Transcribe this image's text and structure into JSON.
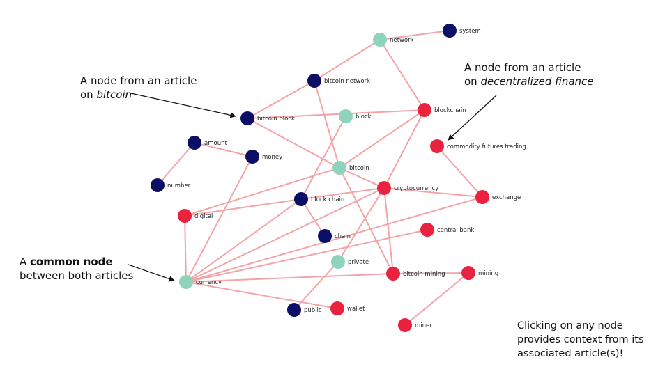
{
  "colors": {
    "bitcoin": "#0c0f66",
    "defi": "#e8223f",
    "common": "#8fd3bd",
    "edge": "#f4a3a6",
    "arrow": "#111111"
  },
  "nodes": {
    "network": {
      "label": "network",
      "group": "common"
    },
    "system": {
      "label": "system",
      "group": "bitcoin"
    },
    "bitcoin_network": {
      "label": "bitcoin network",
      "group": "bitcoin"
    },
    "bitcoin_block": {
      "label": "bitcoin block",
      "group": "bitcoin"
    },
    "block": {
      "label": "block",
      "group": "common"
    },
    "blockchain": {
      "label": "blockchain",
      "group": "defi"
    },
    "commodity": {
      "label": "commodity futures trading",
      "group": "defi"
    },
    "amount": {
      "label": "amount",
      "group": "bitcoin"
    },
    "money": {
      "label": "money",
      "group": "bitcoin"
    },
    "bitcoin": {
      "label": "bitcoin",
      "group": "common"
    },
    "number": {
      "label": "number",
      "group": "bitcoin"
    },
    "cryptocurrency": {
      "label": "cryptocurrency",
      "group": "defi"
    },
    "exchange": {
      "label": "exchange",
      "group": "defi"
    },
    "block_chain": {
      "label": "block chain",
      "group": "bitcoin"
    },
    "digital": {
      "label": "digital",
      "group": "defi"
    },
    "central_bank": {
      "label": "central bank",
      "group": "defi"
    },
    "chain": {
      "label": "chain",
      "group": "bitcoin"
    },
    "private": {
      "label": "private",
      "group": "common"
    },
    "bitcoin_mining": {
      "label": "bitcoin mining",
      "group": "defi"
    },
    "mining": {
      "label": "mining",
      "group": "defi"
    },
    "currency": {
      "label": "currency",
      "group": "common"
    },
    "public": {
      "label": "public",
      "group": "bitcoin"
    },
    "wallet": {
      "label": "wallet",
      "group": "defi"
    },
    "miner": {
      "label": "miner",
      "group": "defi"
    }
  },
  "edges": [
    [
      "network",
      "system"
    ],
    [
      "network",
      "bitcoin_network"
    ],
    [
      "network",
      "blockchain"
    ],
    [
      "bitcoin_network",
      "bitcoin_block"
    ],
    [
      "bitcoin_network",
      "bitcoin"
    ],
    [
      "bitcoin_block",
      "blockchain"
    ],
    [
      "bitcoin_block",
      "bitcoin"
    ],
    [
      "block",
      "block_chain"
    ],
    [
      "blockchain",
      "bitcoin"
    ],
    [
      "blockchain",
      "cryptocurrency"
    ],
    [
      "commodity",
      "exchange"
    ],
    [
      "amount",
      "number"
    ],
    [
      "amount",
      "money"
    ],
    [
      "money",
      "currency"
    ],
    [
      "bitcoin",
      "digital"
    ],
    [
      "bitcoin",
      "cryptocurrency"
    ],
    [
      "bitcoin",
      "bitcoin_mining"
    ],
    [
      "cryptocurrency",
      "exchange"
    ],
    [
      "cryptocurrency",
      "block_chain"
    ],
    [
      "cryptocurrency",
      "currency"
    ],
    [
      "cryptocurrency",
      "private"
    ],
    [
      "cryptocurrency",
      "bitcoin_mining"
    ],
    [
      "exchange",
      "currency"
    ],
    [
      "block_chain",
      "digital"
    ],
    [
      "block_chain",
      "currency"
    ],
    [
      "block_chain",
      "chain"
    ],
    [
      "digital",
      "currency"
    ],
    [
      "central_bank",
      "currency"
    ],
    [
      "private",
      "public"
    ],
    [
      "bitcoin_mining",
      "currency"
    ],
    [
      "bitcoin_mining",
      "mining"
    ],
    [
      "mining",
      "miner"
    ],
    [
      "currency",
      "wallet"
    ]
  ],
  "annotations": {
    "bitcoin_node": {
      "line1": "A node from an article",
      "line2_prefix": "on ",
      "line2_emph": "bitcoin"
    },
    "defi_node": {
      "line1": "A node from an article",
      "line2_prefix": "on ",
      "line2_emph": "decentralized finance"
    },
    "common_node": {
      "line1_prefix": "A ",
      "line1_bold": "common node",
      "line2": "between both articles"
    }
  },
  "note": "Clicking on any node provides context from its associated article(s)!"
}
